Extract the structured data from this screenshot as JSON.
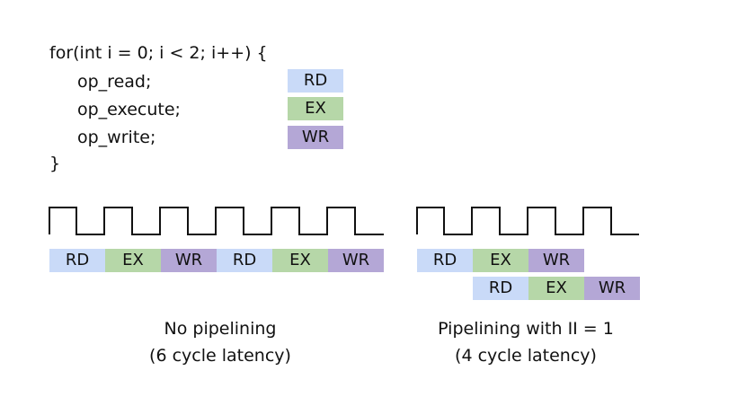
{
  "code": {
    "lines": [
      "for(int i = 0; i < 2; i++) {",
      "op_read;",
      "op_execute;",
      "op_write;",
      "}"
    ]
  },
  "stages": {
    "rd": {
      "label": "RD",
      "color": "#c9daf8"
    },
    "ex": {
      "label": "EX",
      "color": "#b6d7a8"
    },
    "wr": {
      "label": "WR",
      "color": "#b4a7d6"
    }
  },
  "no_pipeline": {
    "sequence": [
      "RD",
      "EX",
      "WR",
      "RD",
      "EX",
      "WR"
    ],
    "caption_line1": "No pipelining",
    "caption_line2": "(6 cycle latency)"
  },
  "pipeline": {
    "row1": [
      "RD",
      "EX",
      "WR"
    ],
    "row2": [
      "RD",
      "EX",
      "WR"
    ],
    "caption_line1": "Pipelining with II = 1",
    "caption_line2": "(4 cycle latency)"
  }
}
